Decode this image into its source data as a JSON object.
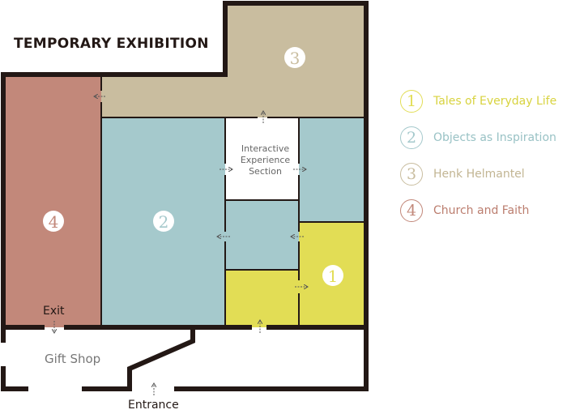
{
  "title": "TEMPORARY EXHIBITION",
  "colors": {
    "room1": "#e2dd55",
    "room2": "#a5c9cc",
    "room3": "#c9bd9f",
    "room4": "#c2887a",
    "wall": "#231815"
  },
  "rooms": [
    {
      "number": "1",
      "name": "Tales of Everyday Life"
    },
    {
      "number": "2",
      "name": "Objects as Inspiration"
    },
    {
      "number": "3",
      "name": "Henk Helmantel"
    },
    {
      "number": "4",
      "name": "Church and Faith"
    }
  ],
  "interactive": [
    "Interactive",
    "Experience",
    "Section"
  ],
  "labels": {
    "exit": "Exit",
    "gift_shop": "Gift Shop",
    "entrance": "Entrance"
  }
}
